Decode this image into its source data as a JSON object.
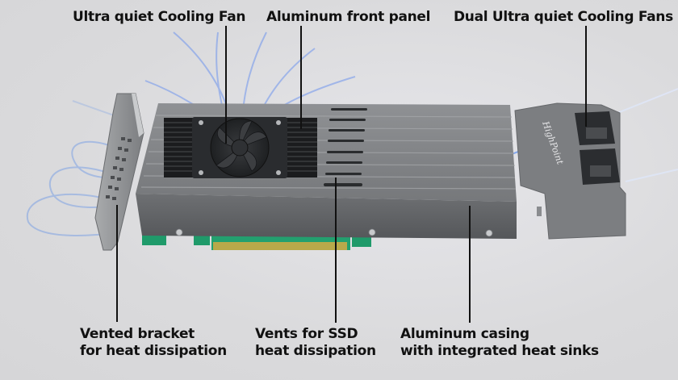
{
  "diagram": {
    "subject": "PCIe SSD adapter card with cooling (exploded view)",
    "brand_mark": "HighPoint",
    "callouts": {
      "top": [
        {
          "id": "fan",
          "text": "Ultra quiet Cooling Fan"
        },
        {
          "id": "front_panel",
          "text": "Aluminum front panel"
        },
        {
          "id": "dual_fans",
          "text": "Dual Ultra quiet Cooling Fans"
        }
      ],
      "bottom": [
        {
          "id": "bracket",
          "line1": "Vented bracket",
          "line2": "for heat dissipation"
        },
        {
          "id": "vents",
          "line1": "Vents for SSD",
          "line2": "heat dissipation"
        },
        {
          "id": "casing",
          "line1": "Aluminum casing",
          "line2": "with integrated heat sinks"
        }
      ]
    },
    "colors": {
      "background": "#dcdcde",
      "casing": "#7d7f82",
      "casing_dark": "#5f6164",
      "pcb": "#1f9a6a",
      "gold_fingers": "#b8a94a",
      "airflow": "#4f7fe0",
      "text": "#111111"
    }
  }
}
